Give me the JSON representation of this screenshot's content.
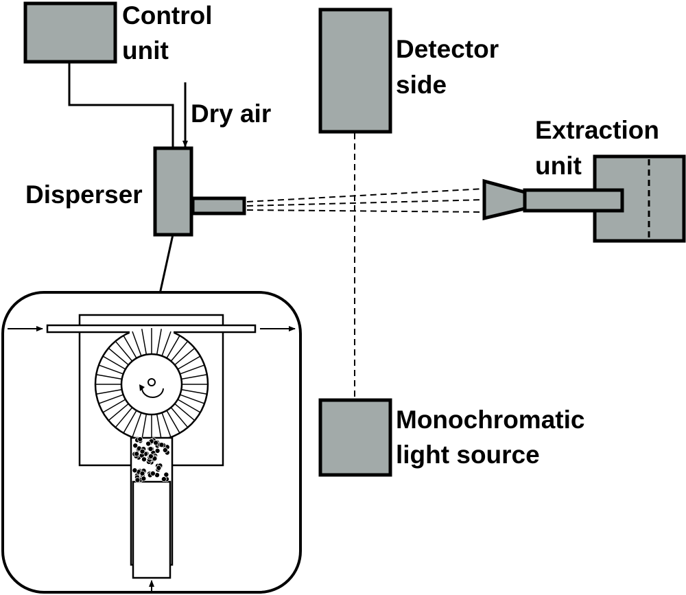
{
  "diagram": {
    "components": {
      "control_unit": {
        "label_line1": "Control",
        "label_line2": "unit"
      },
      "dry_air": {
        "label": "Dry air"
      },
      "disperser": {
        "label": "Disperser"
      },
      "detector": {
        "label_line1": "Detector",
        "label_line2": "side"
      },
      "extraction_unit": {
        "label_line1": "Extraction",
        "label_line2": "unit"
      },
      "light_source": {
        "label_line1": "Monochromatic",
        "label_line2": "light source"
      }
    },
    "colors": {
      "component_fill": "#a2aaa9",
      "outline": "#000000",
      "background": "#ffffff"
    }
  }
}
